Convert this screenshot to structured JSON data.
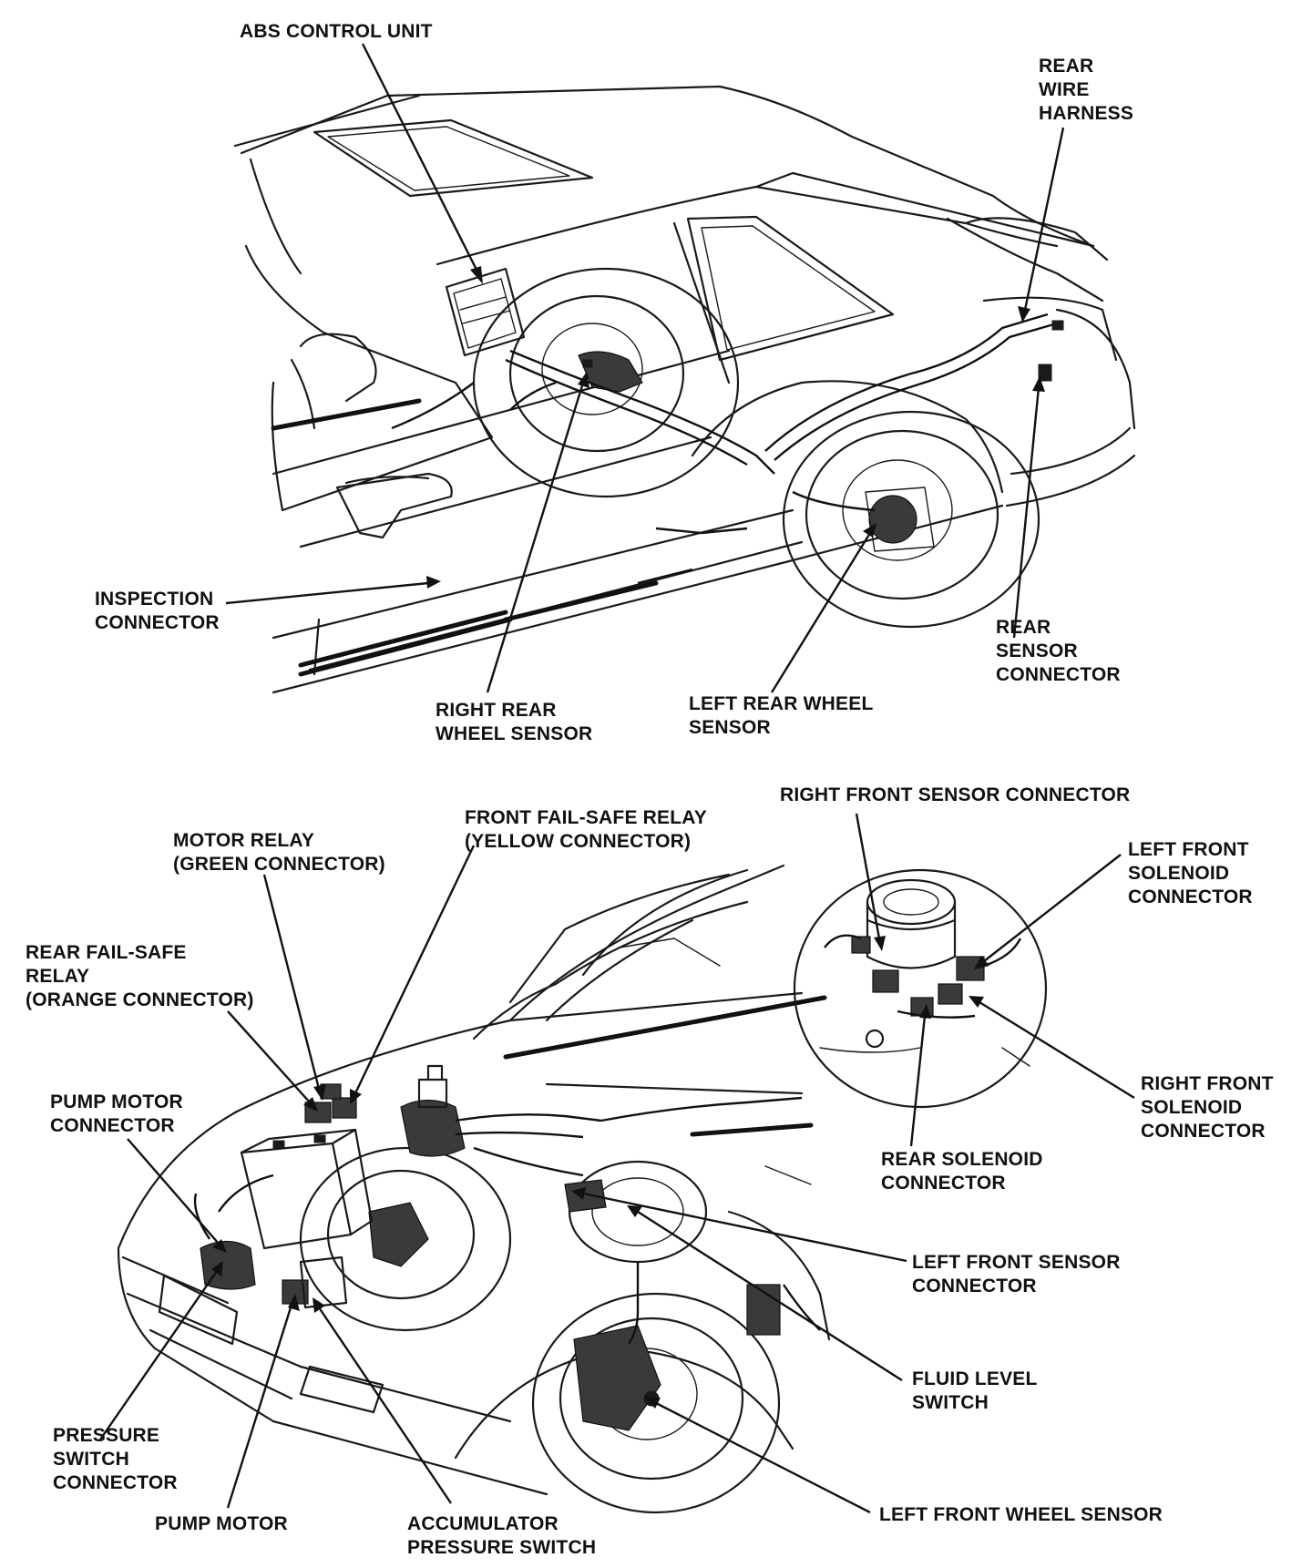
{
  "labels": {
    "abs_control_unit": "ABS CONTROL UNIT",
    "rear_wire_harness": "REAR\nWIRE\nHARNESS",
    "inspection_connector": "INSPECTION\nCONNECTOR",
    "rear_sensor_connector": "REAR\nSENSOR\nCONNECTOR",
    "right_rear_wheel_sensor": "RIGHT REAR\nWHEEL SENSOR",
    "left_rear_wheel_sensor": "LEFT REAR WHEEL\nSENSOR",
    "right_front_sensor_connector": "RIGHT FRONT SENSOR CONNECTOR",
    "front_fail_safe_relay": "FRONT FAIL-SAFE RELAY\n(YELLOW CONNECTOR)",
    "motor_relay": "MOTOR RELAY\n(GREEN CONNECTOR)",
    "left_front_solenoid_connector": "LEFT FRONT\nSOLENOID\nCONNECTOR",
    "rear_fail_safe_relay": "REAR FAIL-SAFE\nRELAY\n(ORANGE CONNECTOR)",
    "right_front_solenoid_connector": "RIGHT FRONT\nSOLENOID\nCONNECTOR",
    "pump_motor_connector": "PUMP MOTOR\nCONNECTOR",
    "rear_solenoid_connector": "REAR SOLENOID\nCONNECTOR",
    "left_front_sensor_connector": "LEFT FRONT SENSOR\nCONNECTOR",
    "fluid_level_switch": "FLUID LEVEL\nSWITCH",
    "pressure_switch_connector": "PRESSURE\nSWITCH\nCONNECTOR",
    "pump_motor": "PUMP MOTOR",
    "accumulator_pressure_switch": "ACCUMULATOR\nPRESSURE SWITCH",
    "left_front_wheel_sensor": "LEFT FRONT WHEEL SENSOR"
  }
}
